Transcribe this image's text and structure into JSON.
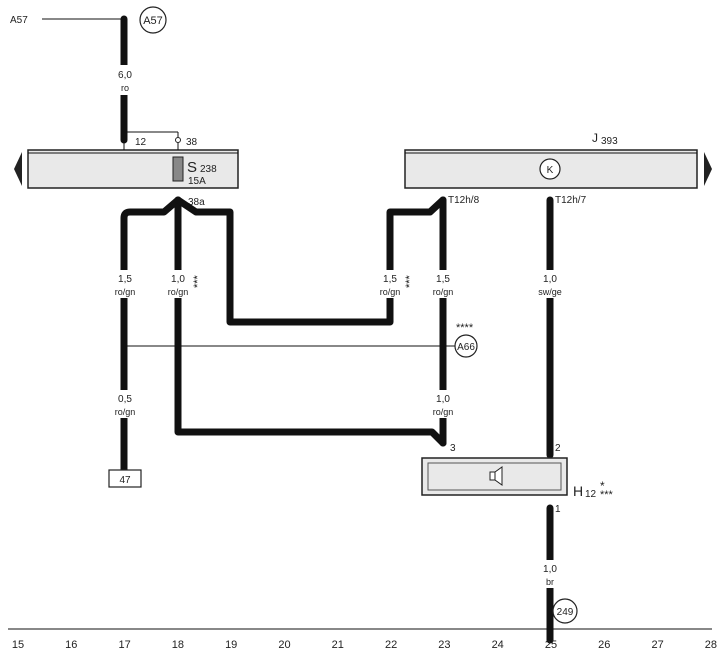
{
  "top_feed": {
    "label": "A57",
    "connector": "A57",
    "wire_size": "6,0",
    "wire_color": "ro"
  },
  "fuse_panel": {
    "fuse_name": "S",
    "fuse_number": "238",
    "fuse_rating": "15A",
    "pin_in": "12",
    "pin_38": "38",
    "pin_out": "38a"
  },
  "control_unit": {
    "name": "J",
    "number": "393",
    "pin_a": "T12h/8",
    "pin_b": "T12h/7"
  },
  "wires": {
    "w17_size": "1,5",
    "w17_color": "ro/gn",
    "w18_size": "1,0",
    "w18_color": "ro/gn",
    "w18_mark": "***",
    "w22_size": "1,5",
    "w22_color": "ro/gn",
    "w22_mark": "***",
    "w23_size": "1,5",
    "w23_color": "ro/gn",
    "w25_size": "1,0",
    "w25_color": "sw/ge",
    "w17b_size": "0,5",
    "w17b_color": "ro/gn",
    "w23b_size": "1,0",
    "w23b_color": "ro/gn",
    "w25b_size": "1,0",
    "w25b_color": "br"
  },
  "connectors": {
    "a66": "A66",
    "a66_mark": "****",
    "ref_47": "47",
    "ground_249": "249"
  },
  "horn": {
    "name": "H",
    "number": "12",
    "mark_top": "*",
    "mark_bottom": "***",
    "pin_3": "3",
    "pin_2": "2",
    "pin_1": "1"
  },
  "scale": [
    "15",
    "16",
    "17",
    "18",
    "19",
    "20",
    "21",
    "22",
    "23",
    "24",
    "25",
    "26",
    "27",
    "28"
  ]
}
